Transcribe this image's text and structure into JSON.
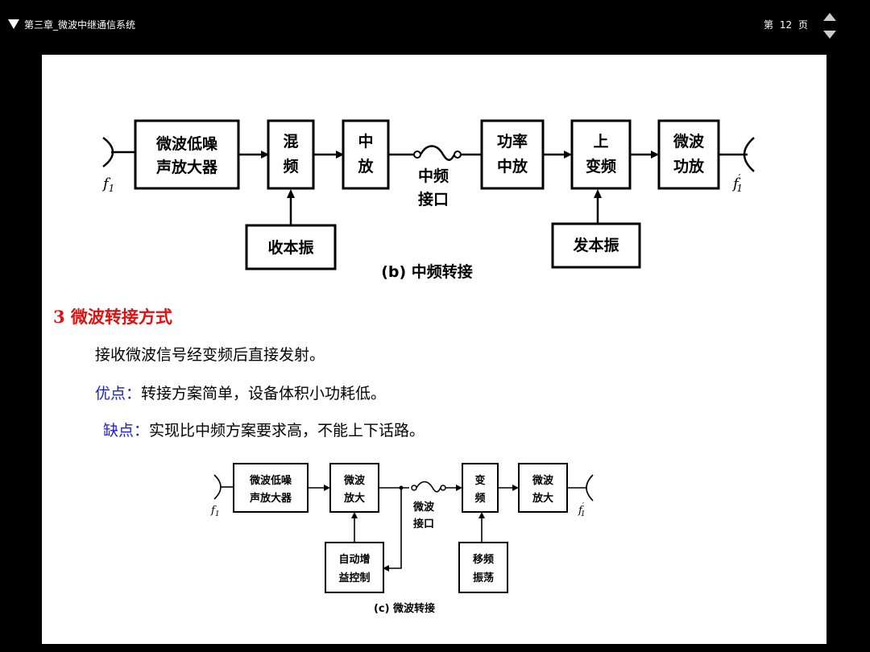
{
  "header": {
    "chapter_title": "第三章_微波中继通信系统",
    "page_indicator": "第 12 页"
  },
  "diagram_b": {
    "blocks": {
      "lna_line1": "微波低噪",
      "lna_line2": "声放大器",
      "mixer_line1": "混",
      "mixer_line2": "频",
      "if_amp_line1": "中",
      "if_amp_line2": "放",
      "power_if_line1": "功率",
      "power_if_line2": "中放",
      "upconv_line1": "上",
      "upconv_line2": "变频",
      "mw_pa_line1": "微波",
      "mw_pa_line2": "功放",
      "rx_lo": "收本振",
      "tx_lo": "发本振"
    },
    "if_interface_line1": "中频",
    "if_interface_line2": "接口",
    "f_in": "f",
    "f_in_sub": "1",
    "f_out": "f",
    "f_out_sub": "1",
    "f_out_prime": "′",
    "caption": "(b) 中频转接"
  },
  "section": {
    "heading": "3  微波转接方式",
    "line1": "接收微波信号经变频后直接发射。",
    "pros_label": "优点：",
    "pros_text": "转接方案简单，设备体积小功耗低。",
    "cons_label": "缺点：",
    "cons_text": "实现比中频方案要求高，不能上下话路。"
  },
  "diagram_c": {
    "blocks": {
      "lna_line1": "微波低噪",
      "lna_line2": "声放大器",
      "mw_amp1_line1": "微波",
      "mw_amp1_line2": "放大",
      "freq_shift_line1": "变",
      "freq_shift_line2": "频",
      "mw_amp2_line1": "微波",
      "mw_amp2_line2": "放大",
      "agc_line1": "自动增",
      "agc_line2": "益控制",
      "shift_osc_line1": "移频",
      "shift_osc_line2": "振荡"
    },
    "mw_interface_line1": "微波",
    "mw_interface_line2": "接口",
    "f_in": "f",
    "f_in_sub": "1",
    "f_out": "f",
    "f_out_sub": "1",
    "f_out_prime": "′",
    "caption": "(c)  微波转接"
  }
}
